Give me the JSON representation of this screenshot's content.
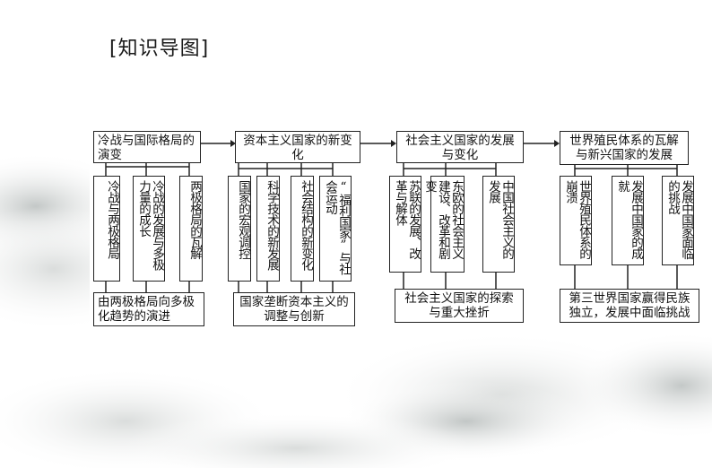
{
  "title": "[知识导图]",
  "columns": [
    {
      "header": "冷战与国际格局的演变",
      "items": [
        "冷战与两极格局",
        "冷战的发展与多极力量的成长",
        "两极格局的瓦解"
      ],
      "footer": "由两极格局向多极化趋势的演进"
    },
    {
      "header": "资本主义国家的新变化",
      "items": [
        "国家的宏观调控",
        "科学技术的新发展",
        "社会结构的新变化",
        "“福利国家”与社会运动"
      ],
      "footer": "国家垄断资本主义的调整与创新"
    },
    {
      "header": "社会主义国家的发展与变化",
      "items": [
        "苏联的发展、改革与解体",
        "东欧的社会主义建设、改革和剧变",
        "中国社会主义的发展"
      ],
      "footer": "社会主义国家的探索与重大挫折"
    },
    {
      "header": "世界殖民体系的瓦解与新兴国家的发展",
      "items": [
        "世界殖民体系的崩溃",
        "发展中国家的成就",
        "发展中国家面临的挑战"
      ],
      "footer": "第三世界国家赢得民族独立，发展中面临挑战"
    }
  ]
}
